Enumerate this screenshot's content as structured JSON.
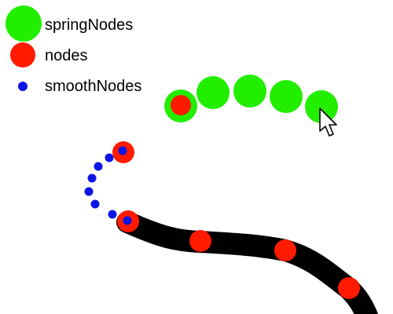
{
  "legend": {
    "items": [
      {
        "label": "springNodes",
        "color": "#22ee00",
        "marker": "large-circle"
      },
      {
        "label": "nodes",
        "color": "#ff1a00",
        "marker": "medium-circle"
      },
      {
        "label": "smoothNodes",
        "color": "#0a14e6",
        "marker": "small-dot"
      }
    ]
  },
  "colors": {
    "spring_node": "#22ee00",
    "node": "#ff1a00",
    "smooth_node": "#0a14e6",
    "stroke_path": "#000000",
    "background": "#ffffff"
  },
  "scene": {
    "spring_node_count": 5,
    "node_count": 6,
    "smooth_node_count": 8,
    "cursor_icon": "mouse-pointer-arrow-icon"
  }
}
